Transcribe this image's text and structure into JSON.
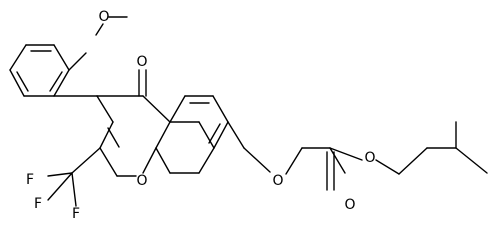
{
  "molecule": {
    "atom_labels": {
      "methoxy_oxygen": "O",
      "carbonyl_oxygen": "O",
      "ring_oxygen": "O",
      "ether_oxygen": "O",
      "ester_carbonyl_oxygen": "O",
      "ester_oxygen": "O",
      "fluorine_1": "F",
      "fluorine_2": "F",
      "fluorine_3": "F"
    }
  },
  "colors": {
    "bond": "#000000",
    "background": "#ffffff"
  }
}
